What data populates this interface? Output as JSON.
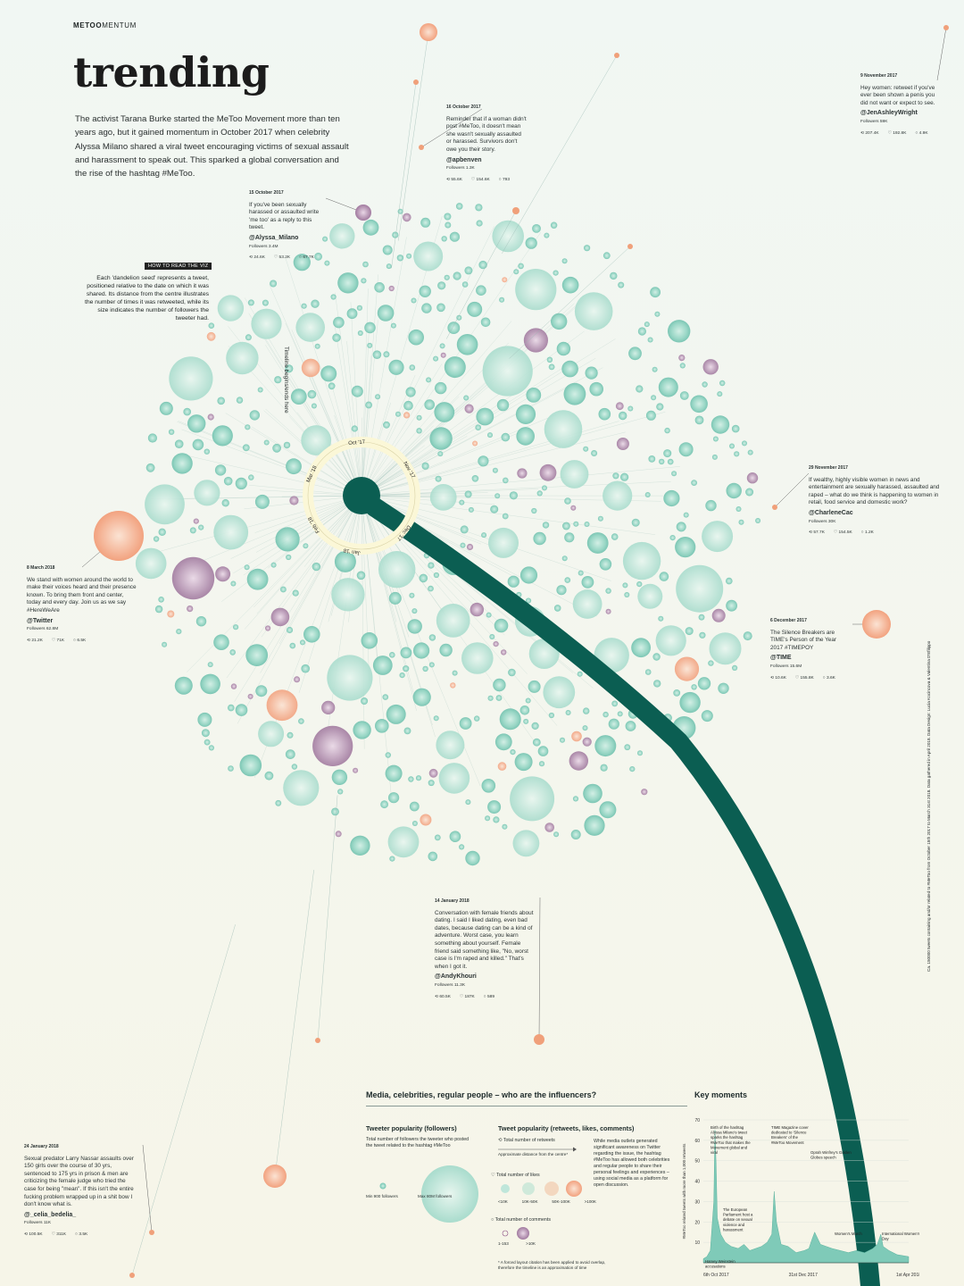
{
  "brand": {
    "bold": "METOO",
    "rest": "MENTUM"
  },
  "title": "trending",
  "intro": "The activist Tarana Burke started the MeToo Movement more than ten years ago, but it gained momentum in October 2017 when celebrity Alyssa Milano shared a viral tweet encouraging victims of sexual assault and harassment to speak out. This sparked a global conversation and the rise of the hashtag #MeToo.",
  "how_to_read": {
    "tag": "HOW TO READ THE VIZ",
    "text": "Each 'dandelion seed' represents a tweet, positioned relative to the date on which it was shared. Its distance from the centre illustrates the number of times it was retweeted, while its size indicates the number of followers the tweeter had."
  },
  "timeline_label": "Timeline begins/ends here",
  "ring_labels": [
    "Oct '17",
    "Nov '17",
    "Dec '17",
    "Jan '18",
    "Feb '18",
    "Mar '18"
  ],
  "annotations": [
    {
      "id": "milano",
      "date": "15 October 2017",
      "text": "If you've been sexually harassed or assaulted write 'me too' as a reply to this tweet.",
      "handle": "@Alyssa_Milano",
      "followers": "Followers 3.4M",
      "retweets": "24.6K",
      "likes": "53.2K",
      "comments": "67.7K"
    },
    {
      "id": "apbenven",
      "date": "16 October 2017",
      "text": "Reminder that if a woman didn't post #MeToo, it doesn't mean she wasn't sexually assaulted or harassed. Survivors don't owe you their story.",
      "handle": "@apbenven",
      "followers": "Followers 1.3K",
      "retweets": "55.6K",
      "likes": "154.6K",
      "comments": "793"
    },
    {
      "id": "jen",
      "date": "9 November 2017",
      "text": "Hey women: retweet if you've ever been shown a penis you did not want or expect to see.",
      "handle": "@JenAshleyWright",
      "followers": "Followers 59K",
      "retweets": "207.4K",
      "likes": "192.8K",
      "comments": "4.9K"
    },
    {
      "id": "charlene",
      "date": "29 November 2017",
      "text": "If wealthy, highly visible women in news and entertainment are sexually harassed, assaulted and raped – what do we think is happening to women in retail, food service and domestic work?",
      "handle": "@CharleneCac",
      "followers": "Followers 30K",
      "retweets": "57.7K",
      "likes": "154.5K",
      "comments": "1.2K"
    },
    {
      "id": "time",
      "date": "6 December 2017",
      "text": "The Silence Breakers are TIME's Person of the Year 2017 #TIMEPOY",
      "handle": "@TIME",
      "followers": "Followers 15.6M",
      "retweets": "10.6K",
      "likes": "155.8K",
      "comments": "3.6K"
    },
    {
      "id": "twitter",
      "date": "8 March 2018",
      "text": "We stand with women around the world to make their voices heard and their presence known. To bring them front and center, today and every day. Join us as we say #HereWeAre",
      "handle": "@Twitter",
      "followers": "Followers 62.8M",
      "retweets": "21.2K",
      "likes": "71K",
      "comments": "6.5K"
    },
    {
      "id": "andy",
      "date": "14 January 2018",
      "text": "Conversation with female friends about dating. I said I liked dating, even bad dates, because dating can be a kind of adventure. Worst case, you learn something about yourself. Female friend said something like, \"No, worst case is I'm raped and killed.\" That's when I got it.",
      "handle": "@AndyKhouri",
      "followers": "Followers 11.3K",
      "retweets": "60.5K",
      "likes": "187K",
      "comments": "589"
    },
    {
      "id": "celia",
      "date": "24 January 2018",
      "text": "Sexual predator Larry Nassar assaults over 150 girls over the course of 30 yrs, sentenced to 175 yrs in prison & men are criticizing the female judge who tried the case for being \"mean\". If this isn't the entire fucking problem wrapped up in a shit bow I don't know what is.",
      "handle": "@_celia_bedelia_",
      "followers": "Followers 11K",
      "retweets": "100.5K",
      "likes": "311K",
      "comments": "3.5K"
    }
  ],
  "legend": {
    "title": "Media, celebrities, regular people – who are the influencers?",
    "followers_title": "Tweeter popularity (followers)",
    "followers_desc": "Total number of followers the tweeter who posted the tweet related to the hashtag #MeToo",
    "min_label": "Min 900 followers",
    "max_label": "Max 80M followers",
    "tweet_title": "Tweet popularity (retweets, likes, comments)",
    "retweets_label": "Total number of retweets",
    "retweets_desc": "Approximate distance from the centre*",
    "likes_label": "Total number of likes",
    "likes_bins": [
      "<10K",
      "10K-50K",
      "50K-100K",
      ">100K"
    ],
    "comments_label": "Total number of comments",
    "comments_bins": [
      "1-153",
      ">10K"
    ],
    "note": "While media outlets generated significant awareness on Twitter regarding the issue, the hashtag #MeToo has allowed both celebrities and regular people to share their personal feelings and experiences – using social media as a platform for open discussion.",
    "footnote": "* A forced layout citation has been applied to avoid overlap, therefore the timeline is an approximation of time"
  },
  "colors": {
    "stem": "#0b5e52",
    "seed": "#7fcab8",
    "ring": "#fbf7d7",
    "accent": "#f0a07a",
    "purple": "#8c4f83"
  },
  "chart_data": {
    "type": "area",
    "title": "Key moments",
    "ylabel": "#MeToo related tweets with more than 1,000 retweets",
    "yticks": [
      10,
      20,
      30,
      40,
      50,
      60,
      70
    ],
    "ylim": [
      0,
      70
    ],
    "xticks": [
      "6th Oct 2017",
      "31st Dec 2017",
      "1st Apr 2018"
    ],
    "x": [
      "2017-10-06",
      "2017-10-09",
      "2017-10-12",
      "2017-10-15",
      "2017-10-16",
      "2017-10-17",
      "2017-10-18",
      "2017-10-21",
      "2017-10-25",
      "2017-10-30",
      "2017-11-05",
      "2017-11-10",
      "2017-11-15",
      "2017-11-20",
      "2017-11-25",
      "2017-11-30",
      "2017-12-04",
      "2017-12-06",
      "2017-12-08",
      "2017-12-12",
      "2017-12-18",
      "2017-12-25",
      "2018-01-01",
      "2018-01-05",
      "2018-01-08",
      "2018-01-10",
      "2018-01-15",
      "2018-01-20",
      "2018-01-25",
      "2018-02-01",
      "2018-02-08",
      "2018-02-15",
      "2018-02-22",
      "2018-03-01",
      "2018-03-05",
      "2018-03-08",
      "2018-03-10",
      "2018-03-15",
      "2018-03-22",
      "2018-04-01"
    ],
    "values": [
      2,
      3,
      6,
      30,
      65,
      48,
      22,
      14,
      10,
      8,
      7,
      9,
      6,
      7,
      8,
      10,
      14,
      35,
      20,
      9,
      8,
      5,
      6,
      7,
      12,
      15,
      9,
      8,
      7,
      6,
      5,
      6,
      5,
      7,
      9,
      14,
      8,
      6,
      4,
      3
    ],
    "annotations": [
      {
        "date": "2017-10-16",
        "text": "Birth of the hashtag Alyssa Milano's tweet sparks the hashtag #MeToo that makes the Movement global and viral"
      },
      {
        "date": "2017-12-06",
        "text": "TIME Magazine cover dedicated to 'Silence Breakers' of the #MeToo Movement"
      },
      {
        "date": "2018-01-08",
        "text": "Oprah Winfrey's Golden Globes speech"
      },
      {
        "date": "2017-10-25",
        "text": "The European Parliament host a debate on sexual violence and harassment"
      },
      {
        "date": "2017-10-30",
        "text": "Harvey Weinstein accusations"
      },
      {
        "date": "2018-01-20",
        "text": "Women's March"
      },
      {
        "date": "2018-03-08",
        "text": "International Women's Day"
      }
    ]
  },
  "credits": "Ca. 150000 tweets containing and/or related to #MeToo from October 15th 2017 to March 31st 2018. Data gathered in April 2018. Data Design: Lucia Kocincova & Valentina D'Efilippo"
}
